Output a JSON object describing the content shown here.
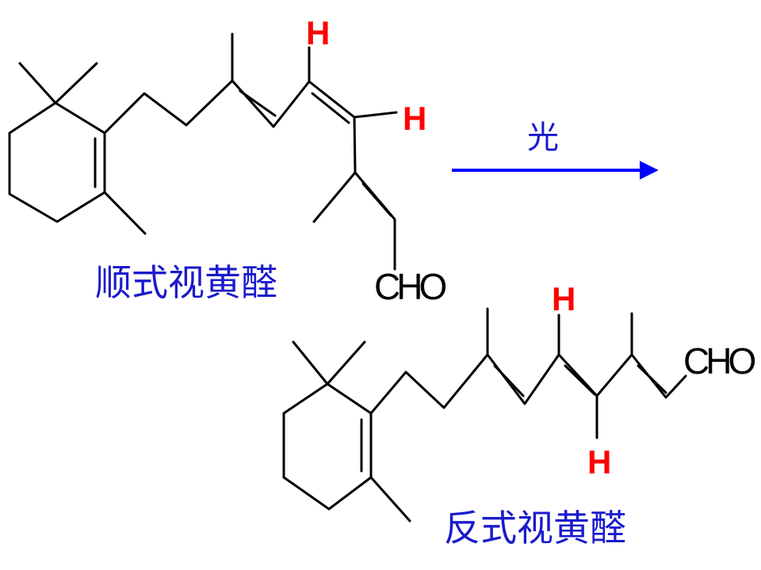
{
  "reaction": {
    "reactant_name": "顺式视黄醛",
    "product_name": "反式视黄醛",
    "condition": "光"
  },
  "atoms": {
    "hydrogen": "H",
    "aldehyde_group": "CHO"
  },
  "colors": {
    "hydrogen": "#ff0000",
    "label": "#1a1acc",
    "arrow": "#0000ff",
    "bond": "#000000"
  }
}
